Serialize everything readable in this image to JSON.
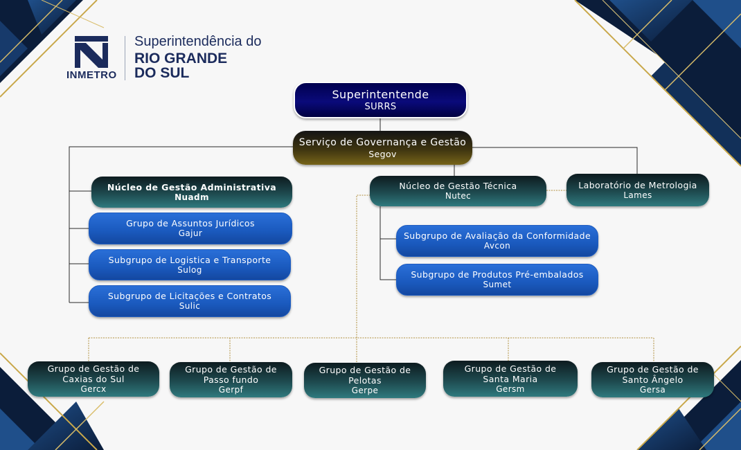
{
  "header": {
    "logo_text": "INMETRO",
    "title_line1": "Superintendência do",
    "title_line2": "RIO GRANDE",
    "title_line3": "DO SUL"
  },
  "colors": {
    "navy": "#0a0a6e",
    "olive": "#5a4c14",
    "teal": "#1e4a4f",
    "blue": "#1a59bd",
    "gold": "#c9a84a",
    "dark_navy": "#0b1d3a"
  },
  "org": {
    "superintendente": {
      "name": "Superintentende",
      "abbr": "SURRS"
    },
    "governanca": {
      "name": "Serviço de Governança e Gestão",
      "abbr": "Segov"
    },
    "nuadm": {
      "name": "Núcleo de Gestão Administrativa",
      "abbr": "Nuadm"
    },
    "gajur": {
      "name": "Grupo de Assuntos Jurídicos",
      "abbr": "Gajur"
    },
    "sulog": {
      "name": "Subgrupo de Logistica e Transporte",
      "abbr": "Sulog"
    },
    "sulic": {
      "name": "Subgrupo de Licitações e Contratos",
      "abbr": "Sulic"
    },
    "nutec": {
      "name": "Núcleo de Gestão Técnica",
      "abbr": "Nutec"
    },
    "avcon": {
      "name": "Subgrupo de Avaliação da Conformidade",
      "abbr": "Avcon"
    },
    "sumet": {
      "name": "Subgrupo de Produtos Pré-embalados",
      "abbr": "Sumet"
    },
    "lames": {
      "name": "Laboratório de Metrologia",
      "abbr": "Lames"
    },
    "regional": [
      {
        "line1": "Grupo de Gestão de",
        "line2": "Caxias do Sul",
        "abbr": "Gercx"
      },
      {
        "line1": "Grupo de Gestão de",
        "line2": "Passo fundo",
        "abbr": "Gerpf"
      },
      {
        "line1": "Grupo de Gestão de",
        "line2": "Pelotas",
        "abbr": "Gerpe"
      },
      {
        "line1": "Grupo de Gestão de",
        "line2": "Santa Maria",
        "abbr": "Gersm"
      },
      {
        "line1": "Grupo de Gestão de",
        "line2": "Santo Ângelo",
        "abbr": "Gersa"
      }
    ]
  }
}
